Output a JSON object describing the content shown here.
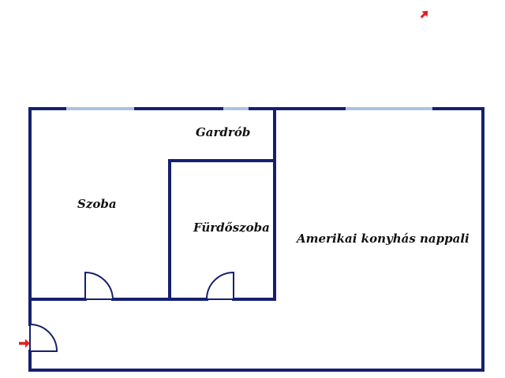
{
  "rooms": {
    "szoba": "Szoba",
    "gardrob": "Gardrób",
    "furdoszoba": "Fürdőszoba",
    "nappali": "Amerikai konyhás nappali"
  },
  "colors": {
    "wall": "#15206e",
    "window": "#a9c4e2",
    "entrance_arrow": "#e02020",
    "north_arrow": "#e02020",
    "label": "#111111"
  },
  "icons": {
    "north_indicator": "arrow-up-right-icon",
    "entrance_indicator": "arrow-right-icon"
  }
}
